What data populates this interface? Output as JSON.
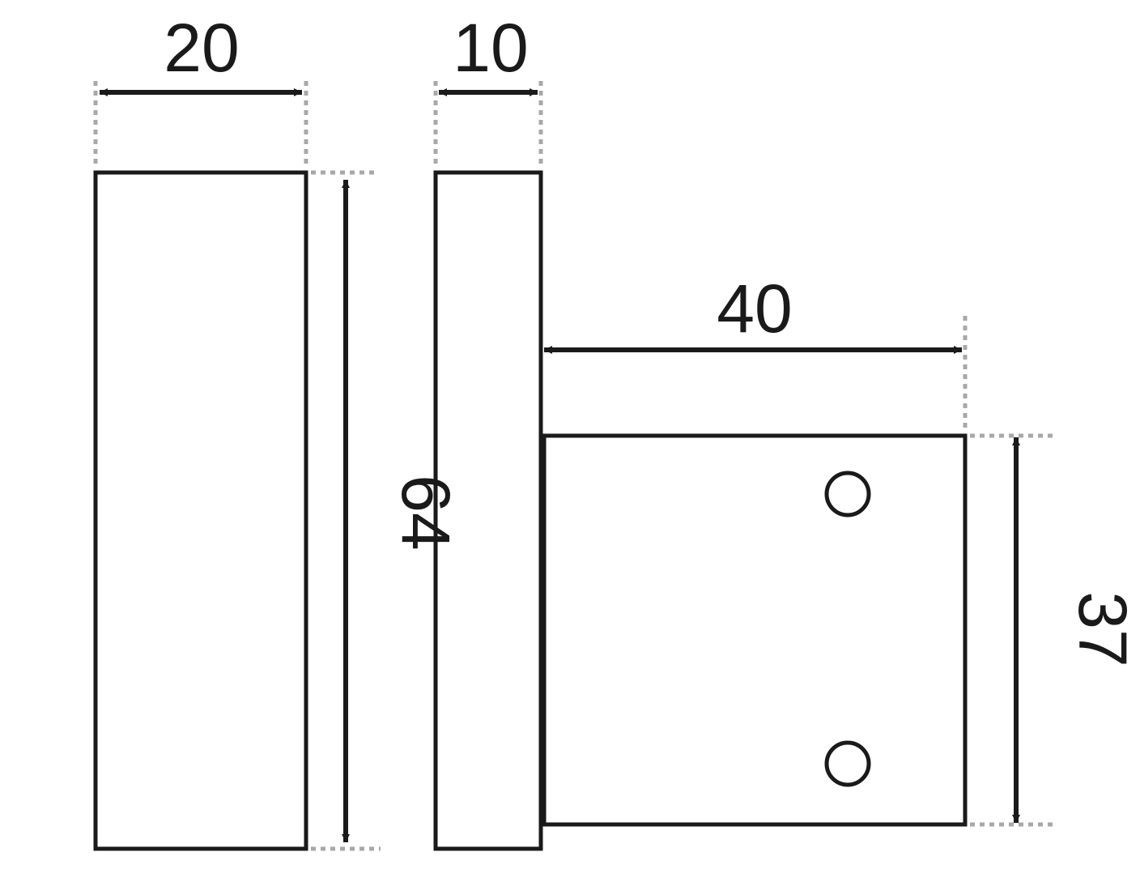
{
  "diagram": {
    "colors": {
      "stroke": "#1a1a1a",
      "extension_line": "#a8a8a8",
      "background": "#ffffff"
    },
    "dimensions": {
      "front_width": "20",
      "side_depth": "10",
      "height": "64",
      "bracket_length": "40",
      "bracket_height": "37"
    }
  }
}
